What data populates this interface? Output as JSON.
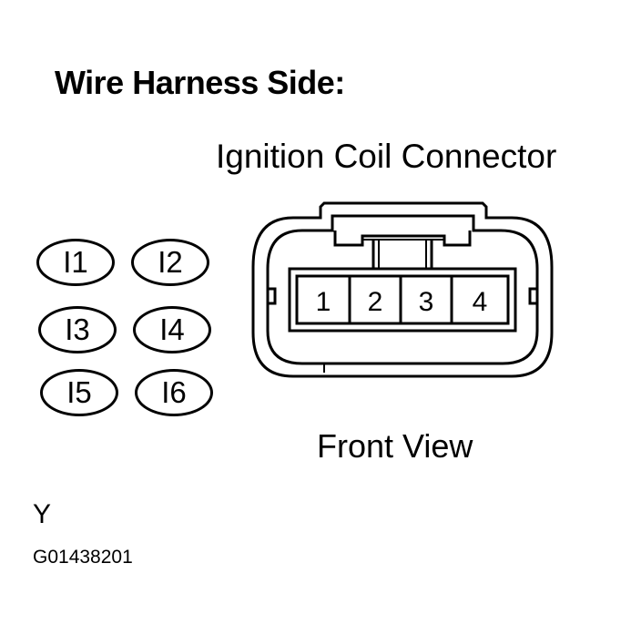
{
  "title": "Wire Harness Side:",
  "connector_name": "Ignition Coil Connector",
  "view_label": "Front View",
  "terminals": [
    "1",
    "2",
    "3",
    "4"
  ],
  "callouts": [
    "I1",
    "I2",
    "I3",
    "I4",
    "I5",
    "I6"
  ],
  "side_letter": "Y",
  "figure_id": "G01438201"
}
